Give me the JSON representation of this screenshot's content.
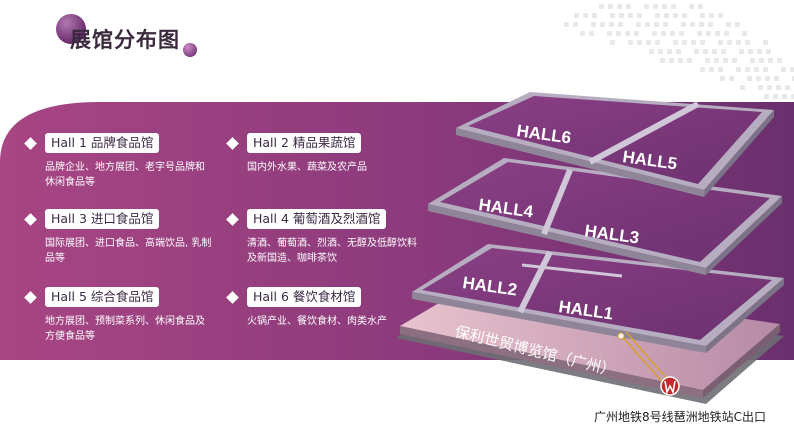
{
  "page_title": "展馆分布图",
  "halls": [
    {
      "name": "Hall 1 品牌食品馆",
      "desc": "品牌企业、地方展团、老字号品牌和休闲食品等"
    },
    {
      "name": "Hall 2 精品果蔬馆",
      "desc": "国内外水果、蔬菜及农产品"
    },
    {
      "name": "Hall 3 进口食品馆",
      "desc": "国际展团、进口食品、高端饮品, 乳制品等"
    },
    {
      "name": "Hall 4 葡萄酒及烈酒馆",
      "desc": "清酒、葡萄酒、烈酒、无醇及低醇饮料及新国造、咖啡茶饮"
    },
    {
      "name": "Hall 5 综合食品馆",
      "desc": "地方展团、预制菜系列、休闲食品及方便食品等"
    },
    {
      "name": "Hall 6 餐饮食材馆",
      "desc": "火锅产业、餐饮食材、肉类水产"
    }
  ],
  "floor_labels": {
    "top_left": "HALL6",
    "top_right": "HALL5",
    "mid_left": "HALL4",
    "mid_right": "HALL3",
    "bottom_left": "HALL2",
    "bottom_right": "HALL1"
  },
  "building_name": "保利世贸博览馆（广州）",
  "metro_exit": "广州地铁8号线琶洲地铁站C出口",
  "metro_icon": "metro-logo-icon",
  "colors": {
    "band_left": "#ab4a86",
    "band_right": "#6b3070",
    "floor_fill": "#7b3b78",
    "floor_edge": "#b9b2c4",
    "base_pink": "#d8a6b8",
    "accent_red": "#c3272b"
  }
}
